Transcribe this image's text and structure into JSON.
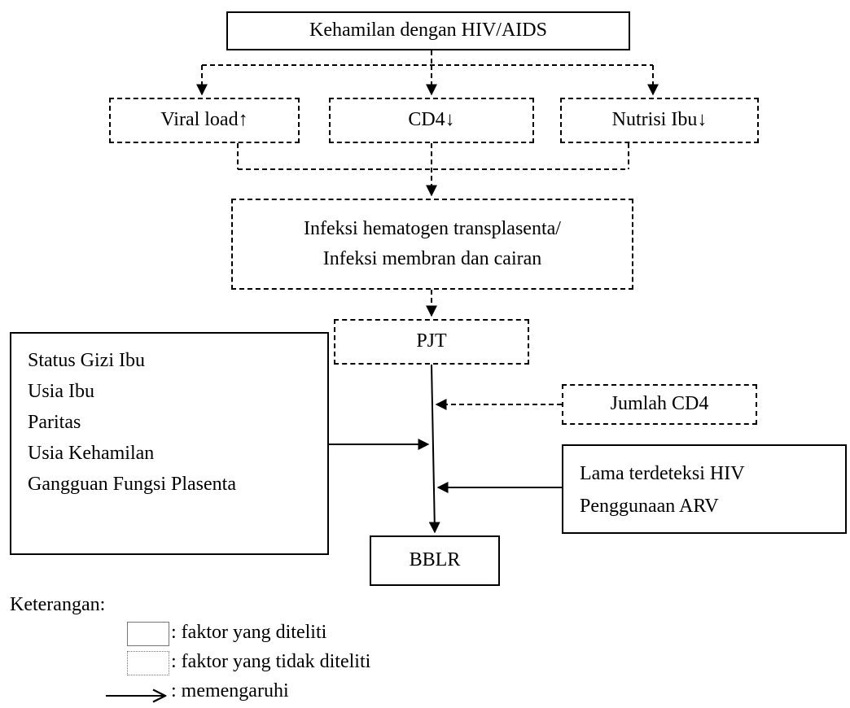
{
  "nodes": {
    "top": "Kehamilan dengan HIV/AIDS",
    "viral_load": "Viral load↑",
    "cd4": "CD4↓",
    "nutrisi": "Nutrisi Ibu↓",
    "infeksi_line1": "Infeksi hematogen transplasenta/",
    "infeksi_line2": "Infeksi membran dan cairan",
    "pjt": "PJT",
    "left_factors": [
      "Status Gizi Ibu",
      "Usia Ibu",
      "Paritas",
      "Usia Kehamilan",
      "Gangguan Fungsi Plasenta"
    ],
    "jumlah_cd4": "Jumlah CD4",
    "right_factors": [
      "Lama terdeteksi HIV",
      "Penggunaan ARV"
    ],
    "bblr": "BBLR"
  },
  "legend": {
    "title": "Keterangan:",
    "solid_label": ": faktor yang diteliti",
    "dotted_label": ": faktor yang tidak diteliti",
    "arrow_label": ": memengaruhi"
  }
}
